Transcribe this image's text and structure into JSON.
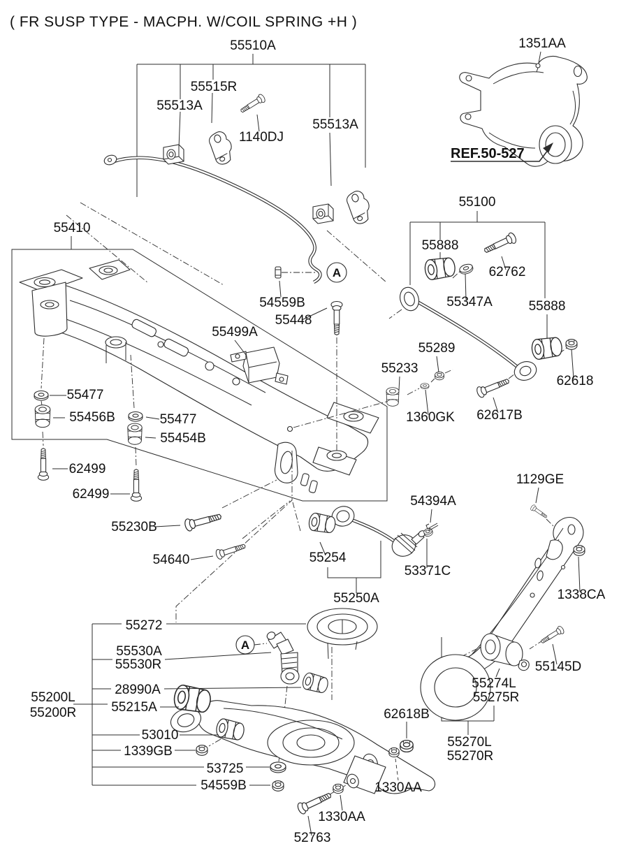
{
  "title": "( FR SUSP TYPE - MACPH. W/COIL SPRING +H )",
  "ref_callout": "REF.50-527",
  "detail_marker": "A",
  "colors": {
    "line": "#2b2b2b",
    "text": "#101010",
    "background": "#ffffff"
  },
  "labels": [
    "55510A",
    "55515R",
    "55513A",
    "1140DJ",
    "55513A",
    "1351AA",
    "55100",
    "55888",
    "62762",
    "55347A",
    "55888",
    "55410",
    "54559B",
    "55448",
    "55499A",
    "55289",
    "55233",
    "55477",
    "55456B",
    "55477",
    "55454B",
    "1360GK",
    "62618",
    "62617B",
    "62499",
    "62499",
    "55230B",
    "54640",
    "54394A",
    "55254",
    "53371C",
    "55250A",
    "1129GE",
    "1338CA",
    "55272",
    "55530A",
    "55530R",
    "28990A",
    "55215A",
    "55200L",
    "55200R",
    "53010",
    "1339GB",
    "53725",
    "54559B",
    "55274L",
    "55275R",
    "55145D",
    "55270L",
    "55270R",
    "62618B",
    "1330AA",
    "1330AA",
    "52763"
  ]
}
